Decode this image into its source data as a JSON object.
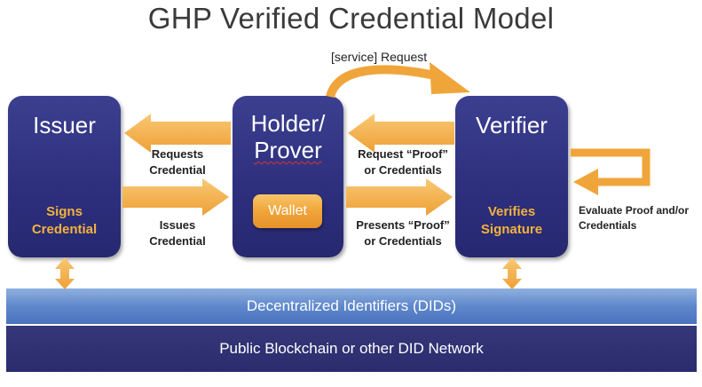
{
  "title": "GHP Verified Credential Model",
  "issuer": {
    "title": "Issuer",
    "sub1": "Signs",
    "sub2": "Credential"
  },
  "holder": {
    "title1": "Holder/",
    "title2": "Prover",
    "wallet": "Wallet"
  },
  "verifier": {
    "title": "Verifier",
    "sub1": "Verifies",
    "sub2": "Signature"
  },
  "labels": {
    "service_request": "[service] Request",
    "requests_credential_1": "Requests",
    "requests_credential_2": "Credential",
    "issues_credential_1": "Issues",
    "issues_credential_2": "Credential",
    "request_proof_1": "Request “Proof”",
    "request_proof_2": "or Credentials",
    "presents_proof_1": "Presents “Proof”",
    "presents_proof_2": "or Credentials",
    "evaluate_1": "Evaluate Proof and/or",
    "evaluate_2": "Credentials"
  },
  "layers": {
    "did": "Decentralized Identifiers (DIDs)",
    "network": "Public Blockchain or other DID Network"
  },
  "colors": {
    "box": "#2d2f7d",
    "accent": "#f4b23c",
    "did_band": "#5f88cc",
    "network_band": "#2a2c6e"
  }
}
